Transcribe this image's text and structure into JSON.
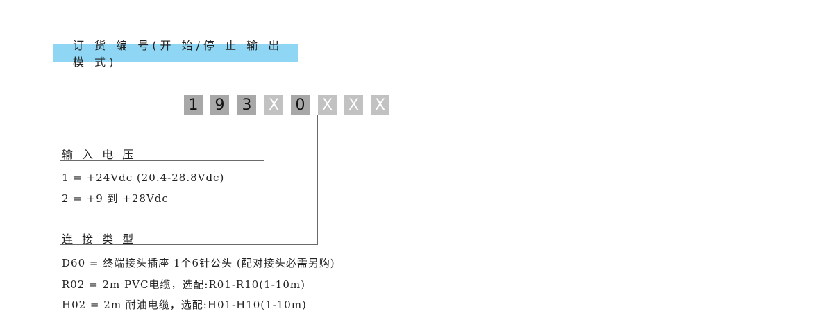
{
  "title": "订 货 编 号(开 始/停 止 输 出 模 式)",
  "code_boxes": [
    "1",
    "9",
    "3",
    "X",
    "0",
    "X",
    "X",
    "X"
  ],
  "input_voltage": {
    "heading": "输 入 电 压",
    "options": [
      "1 = +24Vdc (20.4-28.8Vdc)",
      "2 = +9 到 +28Vdc"
    ]
  },
  "connection_type": {
    "heading": "连 接 类 型",
    "options": [
      "D60 = 终端接头插座 1个6针公头 (配对接头必需另购)",
      "R02 = 2m PVC电缆，选配:R01-R10(1-10m)",
      "H02 = 2m 耐油电缆，选配:H01-H10(1-10m)"
    ]
  }
}
